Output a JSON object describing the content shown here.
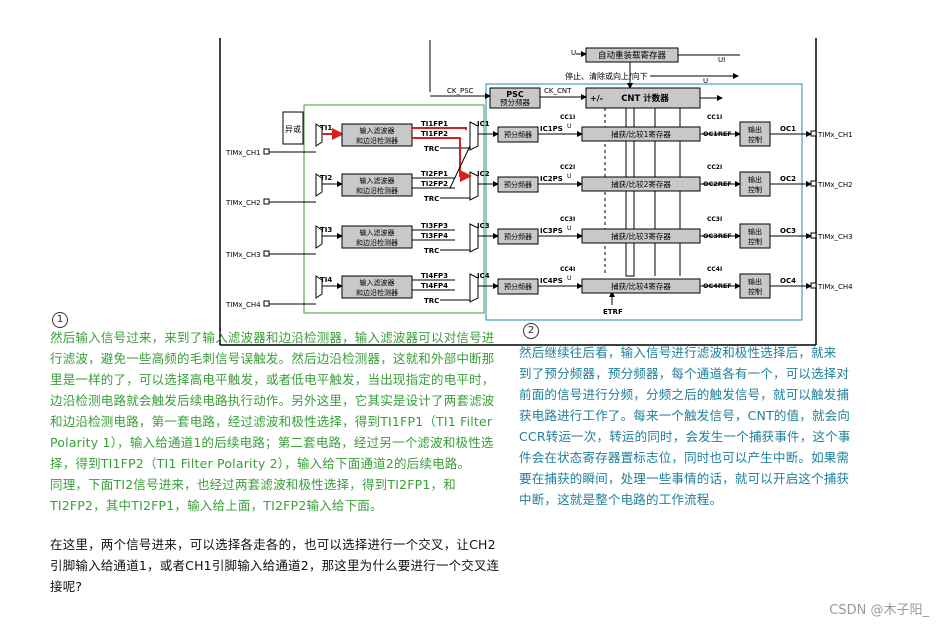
{
  "diagram": {
    "top_blocks": {
      "autoreload": "自动重装载寄存器",
      "stop_clear": "停止、清除或向上/向下",
      "u_left": "U",
      "ui": "UI",
      "u_right": "U",
      "ck_psc": "CK_PSC",
      "ck_cnt": "CK_CNT",
      "psc_title": "PSC",
      "psc_sub": "预分频器",
      "cnt_prefix": "+/-",
      "cnt_label": "CNT 计数器"
    },
    "xor_label": "异或",
    "etrf": "ETRF",
    "channels": [
      {
        "pin": "TIMx_CH1",
        "ti": "TI1",
        "filter_l1": "输入滤波器",
        "filter_l2": "和边沿检测器",
        "fp_a": "TI1FP1",
        "fp_b": "TI1FP2",
        "trc": "TRC",
        "ic": "IC1",
        "prescaler": "预分频器",
        "icps": "IC1PS",
        "cci": "CC1I",
        "u": "U",
        "capture": "捕获/比较1寄存器",
        "cc_out": "CC1I",
        "ocref": "OC1REF",
        "out_ctrl_l1": "输出",
        "out_ctrl_l2": "控制",
        "oc": "OC1",
        "out_pin": "TIMx_CH1"
      },
      {
        "pin": "TIMx_CH2",
        "ti": "TI2",
        "filter_l1": "输入滤波器",
        "filter_l2": "和边沿检测器",
        "fp_a": "TI2FP1",
        "fp_b": "TI2FP2",
        "trc": "TRC",
        "ic": "IC2",
        "prescaler": "预分频器",
        "icps": "IC2PS",
        "cci": "CC2I",
        "u": "U",
        "capture": "捕获/比较2寄存器",
        "cc_out": "CC2I",
        "ocref": "OC2REF",
        "out_ctrl_l1": "输出",
        "out_ctrl_l2": "控制",
        "oc": "OC2",
        "out_pin": "TIMx_CH2"
      },
      {
        "pin": "TIMx_CH3",
        "ti": "TI3",
        "filter_l1": "输入滤波器",
        "filter_l2": "和边沿检测器",
        "fp_a": "TI3FP3",
        "fp_b": "TI3FP4",
        "trc": "TRC",
        "ic": "IC3",
        "prescaler": "预分频器",
        "icps": "IC3PS",
        "cci": "CC3I",
        "u": "U",
        "capture": "捕获/比较3寄存器",
        "cc_out": "CC3I",
        "ocref": "OC3REF",
        "out_ctrl_l1": "输出",
        "out_ctrl_l2": "控制",
        "oc": "OC3",
        "out_pin": "TIMx_CH3"
      },
      {
        "pin": "TIMx_CH4",
        "ti": "TI4",
        "filter_l1": "输入滤波器",
        "filter_l2": "和边沿检测器",
        "fp_a": "TI4FP3",
        "fp_b": "TI4FP4",
        "trc": "TRC",
        "ic": "IC4",
        "prescaler": "预分频器",
        "icps": "IC4PS",
        "cci": "CC4I",
        "u": "U",
        "capture": "捕获/比较4寄存器",
        "cc_out": "CC4I",
        "ocref": "OC4REF",
        "out_ctrl_l1": "输出",
        "out_ctrl_l2": "控制",
        "oc": "OC4",
        "out_pin": "TIMx_CH4"
      }
    ]
  },
  "annotations": {
    "marker1": "1",
    "marker2": "2",
    "note1_lines": [
      "然后输入信号过来，来到了输入滤波器和边沿检测器，输入滤波器可以对信号进",
      "行滤波，避免一些高频的毛刺信号误触发。然后边沿检测器，这就和外部中断那",
      "里是一样的了，可以选择高电平触发，或者低电平触发，当出现指定的电平时，",
      "边沿检测电路就会触发后续电路执行动作。另外这里，它其实是设计了两套滤波",
      "和边沿检测电路，第一套电路，经过滤波和极性选择，得到TI1FP1（TI1 Filter",
      "Polarity 1），输入给通道1的后续电路；第二套电路，经过另一个滤波和极性选",
      "择，得到TI1FP2（TI1 Filter Polarity 2），输入给下面通道2的后续电路。",
      "同理，下面TI2信号进来，也经过两套滤波和极性选择，得到TI2FP1，和",
      "TI2FP2，其中TI2FP1，输入给上面，TI2FP2输入给下面。"
    ],
    "note1_black_lines": [
      "在这里，两个信号进来，可以选择各走各的，也可以选择进行一个交叉，让CH2",
      "引脚输入给通道1，或者CH1引脚输入给通道2，那这里为什么要进行一个交叉连",
      "接呢?"
    ],
    "note2_lines": [
      "然后继续往后看，输入信号进行滤波和极性选择后，就来",
      "到了预分频器，预分频器，每个通道各有一个，可以选择对",
      "前面的信号进行分频，分频之后的触发信号，就可以触发捕",
      "获电路进行工作了。每来一个触发信号，CNT的值，就会向",
      "CCR转运一次，转运的同时，会发生一个捕获事件，这个事",
      "件会在状态寄存器置标志位，同时也可以产生中断。如果需",
      "要在捕获的瞬间，处理一些事情的话，就可以开启这个捕获",
      "中断，这就是整个电路的工作流程。"
    ]
  },
  "watermark": "CSDN @木子阳_",
  "colors": {
    "green": "#3a9e3a",
    "teal": "#1f8fb0",
    "red": "#d42020",
    "gray": "#cfcfcf"
  }
}
